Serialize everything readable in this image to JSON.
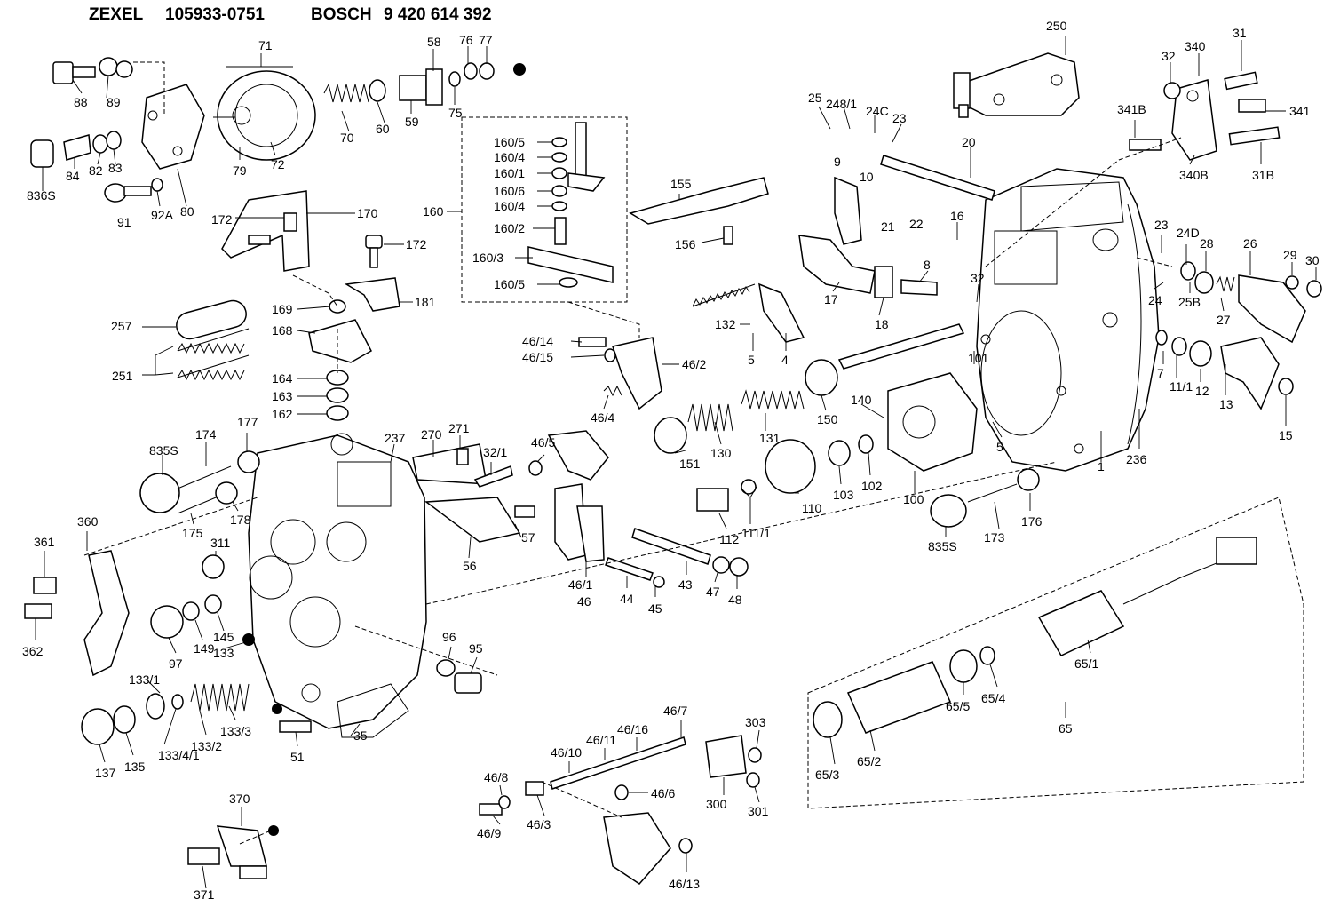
{
  "header": {
    "brand1": "ZEXEL",
    "number1": "105933-0751",
    "brand2": "BOSCH",
    "number2": "9 420 614 392"
  },
  "labels": {
    "p71": "71",
    "p58": "58",
    "p76": "76",
    "p77": "77",
    "p88": "88",
    "p89": "89",
    "p79": "79",
    "p72": "72",
    "p70": "70",
    "p60": "60",
    "p59": "59",
    "p75": "75",
    "p836s": "836S",
    "p84": "84",
    "p82": "82",
    "p83": "83",
    "p91": "91",
    "p92a": "92A",
    "p80": "80",
    "p172a": "172",
    "p170": "170",
    "p172b": "172",
    "p181": "181",
    "p169": "169",
    "p168": "168",
    "p257": "257",
    "p251": "251",
    "p164": "164",
    "p163": "163",
    "p162": "162",
    "p160": "160",
    "p160_5a": "160/5",
    "p160_4a": "160/4",
    "p160_1": "160/1",
    "p160_6": "160/6",
    "p160_4b": "160/4",
    "p160_2": "160/2",
    "p160_3": "160/3",
    "p160_5b": "160/5",
    "p155": "155",
    "p156": "156",
    "p250": "250",
    "p25": "25",
    "p248_1": "248/1",
    "p24c": "24C",
    "p23a": "23",
    "p20": "20",
    "p9": "9",
    "p10": "10",
    "p21": "21",
    "p22": "22",
    "p16": "16",
    "p32a": "32",
    "p340": "340",
    "p31": "31",
    "p341b": "341B",
    "p341": "341",
    "p340b": "340B",
    "p31b": "31B",
    "p23b": "23",
    "p24d": "24D",
    "p28": "28",
    "p26": "26",
    "p29": "29",
    "p30": "30",
    "p24": "24",
    "p25b": "25B",
    "p27": "27",
    "p17": "17",
    "p18": "18",
    "p8": "8",
    "p32b": "32",
    "p132": "132",
    "p5a": "5",
    "p4": "4",
    "p101": "101",
    "p7": "7",
    "p11_1": "11/1",
    "p12": "12",
    "p13": "13",
    "p15": "15",
    "p46_14": "46/14",
    "p46_15": "46/15",
    "p46_2": "46/2",
    "p46_4": "46/4",
    "p150": "150",
    "p140": "140",
    "p131": "131",
    "p151": "151",
    "p130": "130",
    "p5b": "5",
    "p1": "1",
    "p236": "236",
    "p835s_a": "835S",
    "p174": "174",
    "p177": "177",
    "p237": "237",
    "p270": "270",
    "p271": "271",
    "p32_1": "32/1",
    "p46_5": "46/5",
    "p178": "178",
    "p175": "175",
    "p110": "110",
    "p103": "103",
    "p102": "102",
    "p100": "100",
    "p111_1": "111/1",
    "p112": "112",
    "p835s_b": "835S",
    "p173": "173",
    "p176": "176",
    "p360": "360",
    "p361": "361",
    "p311": "311",
    "p57": "57",
    "p56": "56",
    "p362": "362",
    "p46_1": "46/1",
    "p46": "46",
    "p44": "44",
    "p45": "45",
    "p43": "43",
    "p47": "47",
    "p48": "48",
    "p97": "97",
    "p149": "149",
    "p145": "145",
    "p133": "133",
    "p96": "96",
    "p95": "95",
    "p133_1": "133/1",
    "p137": "137",
    "p135": "135",
    "p133_4_1": "133/4/1",
    "p133_2": "133/2",
    "p133_3": "133/3",
    "p51": "51",
    "p35": "35",
    "p65_1": "65/1",
    "p65_5": "65/5",
    "p65_4": "65/4",
    "p65": "65",
    "p65_3": "65/3",
    "p65_2": "65/2",
    "p46_7": "46/7",
    "p46_16": "46/16",
    "p46_11": "46/11",
    "p46_10": "46/10",
    "p303": "303",
    "p46_8": "46/8",
    "p46_6": "46/6",
    "p300": "300",
    "p301": "301",
    "p46_9": "46/9",
    "p46_3": "46/3",
    "p46_13": "46/13",
    "p370": "370",
    "p371": "371"
  }
}
